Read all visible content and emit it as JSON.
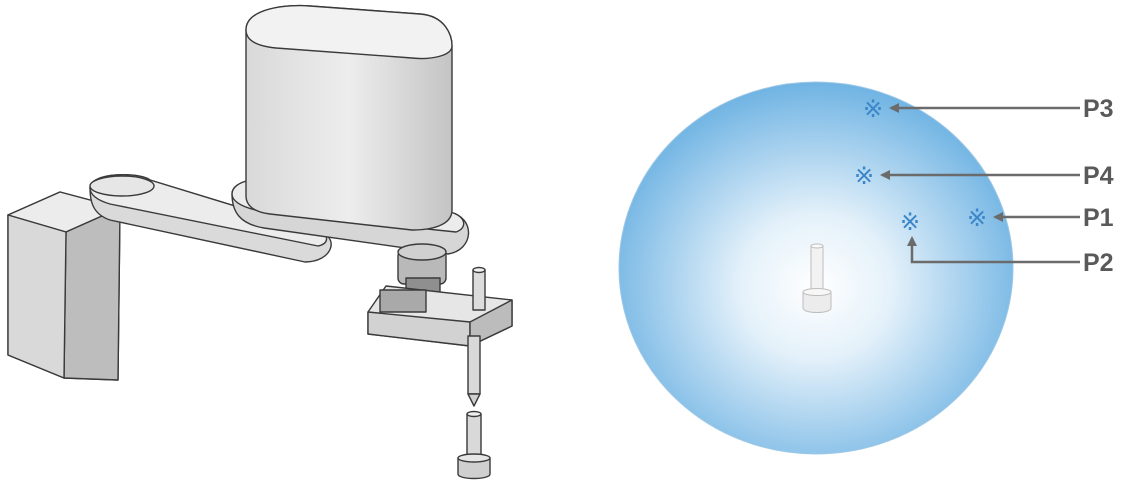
{
  "colors": {
    "robot_light": "#e8e8e8",
    "robot_mid": "#cfcfcf",
    "robot_dark": "#a8a8a8",
    "outline": "#3a3a3a",
    "circle_edge": "#6fb3e3",
    "circle_center": "#ffffff",
    "arrow": "#6b6b6b",
    "label": "#595959",
    "marker": "#3a86c8"
  },
  "robot": {
    "name": "scara-robot"
  },
  "workspace": {
    "marker_glyph": "※",
    "points": [
      {
        "id": "p3",
        "label": "P3"
      },
      {
        "id": "p4",
        "label": "P4"
      },
      {
        "id": "p1",
        "label": "P1"
      },
      {
        "id": "p2",
        "label": "P2"
      }
    ]
  }
}
